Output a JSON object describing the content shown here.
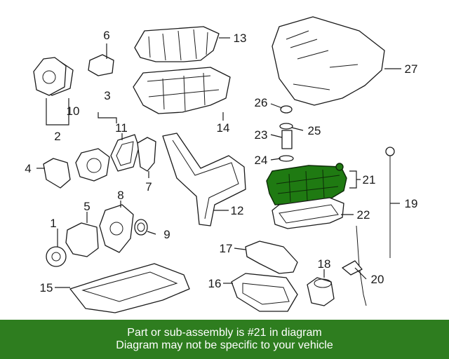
{
  "diagram": {
    "callouts": [
      "1",
      "2",
      "3",
      "4",
      "5",
      "6",
      "7",
      "8",
      "9",
      "10",
      "11",
      "12",
      "13",
      "14",
      "15",
      "16",
      "17",
      "18",
      "19",
      "20",
      "21",
      "22",
      "23",
      "24",
      "25",
      "26",
      "27"
    ],
    "highlighted_part": "21",
    "highlight_color": "#1f7a12"
  },
  "banner": {
    "background": "#2e7d1f",
    "line1": "Part or sub-assembly is #21 in diagram",
    "line2": "Diagram may not be specific to your vehicle"
  }
}
